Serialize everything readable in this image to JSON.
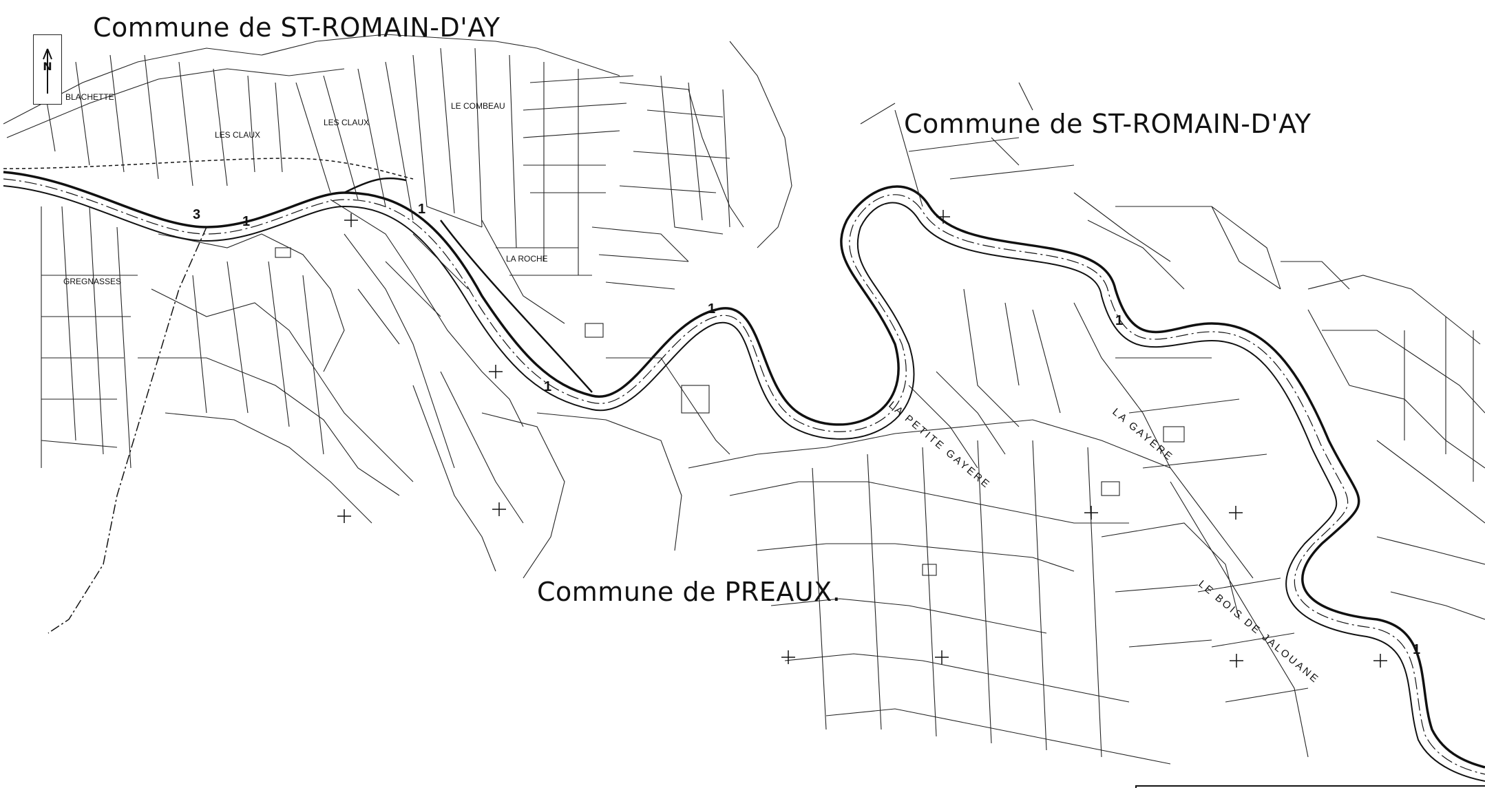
{
  "communes": {
    "top_left": "Commune de ST-ROMAIN-D'AY",
    "top_right": "Commune de ST-ROMAIN-D'AY",
    "bottom": "Commune de PREAUX."
  },
  "north_label": "N",
  "places": {
    "la_cheyre": "BLACHETTE",
    "les_claux_1": "LES CLAUX",
    "les_claux_2": "LES CLAUX",
    "le_combeau": "LE COMBEAU",
    "gregnasses": "GREGNASSES",
    "la_roche": "LA ROCHE",
    "la_petite_gayere": "LA PETITE GAYERE",
    "la_gayere": "LA GAYERE",
    "le_bois_de_jalouane": "LE BOIS DE JALOUANE"
  },
  "route_markers": [
    "1",
    "1",
    "1",
    "1",
    "1",
    "1",
    "3"
  ],
  "colors": {
    "ink": "#111111",
    "paper": "#ffffff"
  }
}
